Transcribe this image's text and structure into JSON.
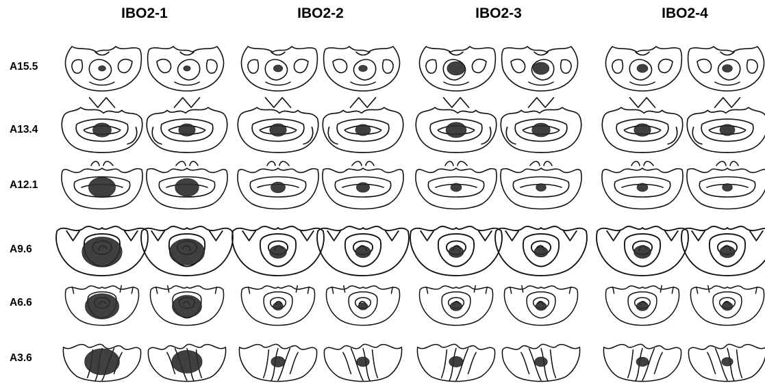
{
  "groups": [
    {
      "label": "IBO2-1"
    },
    {
      "label": "IBO2-2"
    },
    {
      "label": "IBO2-3"
    },
    {
      "label": "IBO2-4"
    }
  ],
  "levels": [
    {
      "label": "A15.5",
      "style": "pons"
    },
    {
      "label": "A13.4",
      "style": "hippo"
    },
    {
      "label": "A12.1",
      "style": "wide"
    },
    {
      "label": "A9.6",
      "style": "round"
    },
    {
      "label": "A6.6",
      "style": "round2"
    },
    {
      "label": "A3.6",
      "style": "caudal"
    }
  ],
  "lesion_extent": [
    [
      0.05,
      0.1,
      0.35,
      0.15
    ],
    [
      0.35,
      0.3,
      0.4,
      0.3
    ],
    [
      0.6,
      0.25,
      0.15,
      0.15
    ],
    [
      0.8,
      0.25,
      0.2,
      0.25
    ],
    [
      0.85,
      0.15,
      0.2,
      0.2
    ],
    [
      0.85,
      0.25,
      0.25,
      0.2
    ]
  ]
}
